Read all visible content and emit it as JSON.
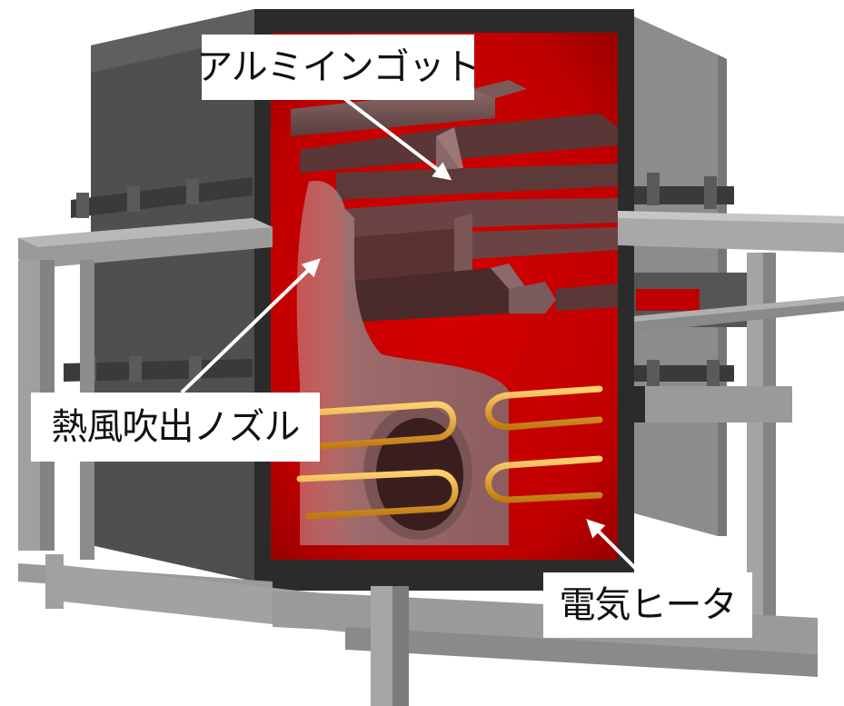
{
  "labels": {
    "ingot": "アルミインゴット",
    "nozzle": "熱風吹出ノズル",
    "heater": "電気ヒータ"
  },
  "colors": {
    "chamber_red": "#c00000",
    "steel_dark": "#4a4a4a",
    "steel_light": "#a9a9a9",
    "heater_coil": "#e6a020",
    "arrow": "#ffffff"
  }
}
